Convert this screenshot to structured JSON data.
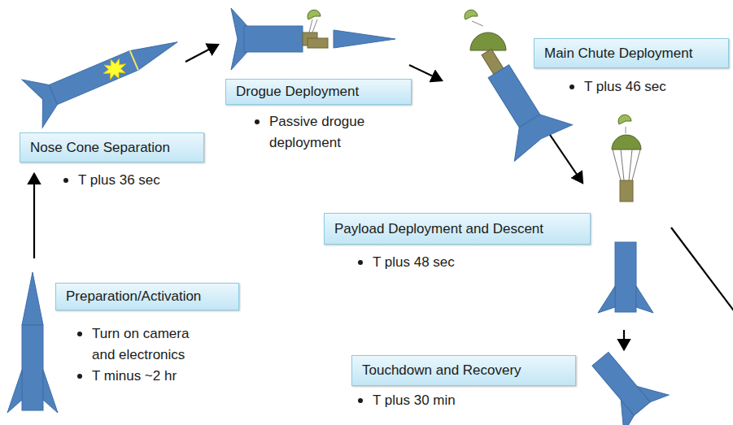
{
  "diagram": {
    "nodes": [
      {
        "text": [
          "Preparation/Activation",
          "Turn on camera and electronics",
          "T minus ~2 hr"
        ]
      },
      {
        "text": [
          "Nose Cone Separation",
          "T plus 36 sec"
        ]
      },
      {
        "text": [
          "Drogue Deployment",
          "Passive drogue deployment"
        ]
      },
      {
        "text": [
          "Main Chute Deployment",
          "T plus 46 sec"
        ]
      },
      {
        "text": [
          "Payload Deployment and Descent",
          "T plus 48 sec"
        ]
      },
      {
        "text": [
          "Touchdown and Recovery",
          "T plus 30 min"
        ]
      }
    ]
  }
}
